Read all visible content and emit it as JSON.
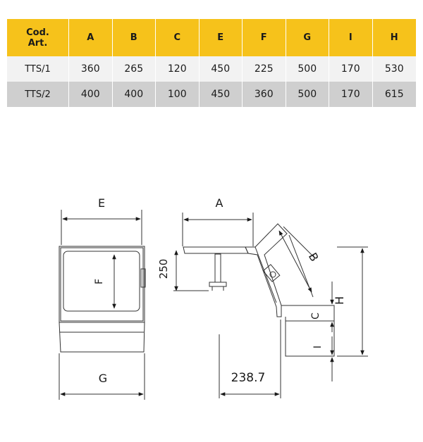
{
  "table": {
    "headers": [
      "Cod.\nArt.",
      "A",
      "B",
      "C",
      "E",
      "F",
      "G",
      "I",
      "H"
    ],
    "rows": [
      [
        "TTS/1",
        "360",
        "265",
        "120",
        "450",
        "225",
        "500",
        "170",
        "530"
      ],
      [
        "TTS/2",
        "400",
        "400",
        "100",
        "450",
        "360",
        "500",
        "170",
        "615"
      ]
    ]
  },
  "drawing": {
    "labels": {
      "E": "E",
      "F": "F",
      "G": "G",
      "A": "A",
      "B": "B",
      "C": "C",
      "H": "H",
      "I": "I",
      "h250": "250",
      "d238": "238.7"
    }
  }
}
